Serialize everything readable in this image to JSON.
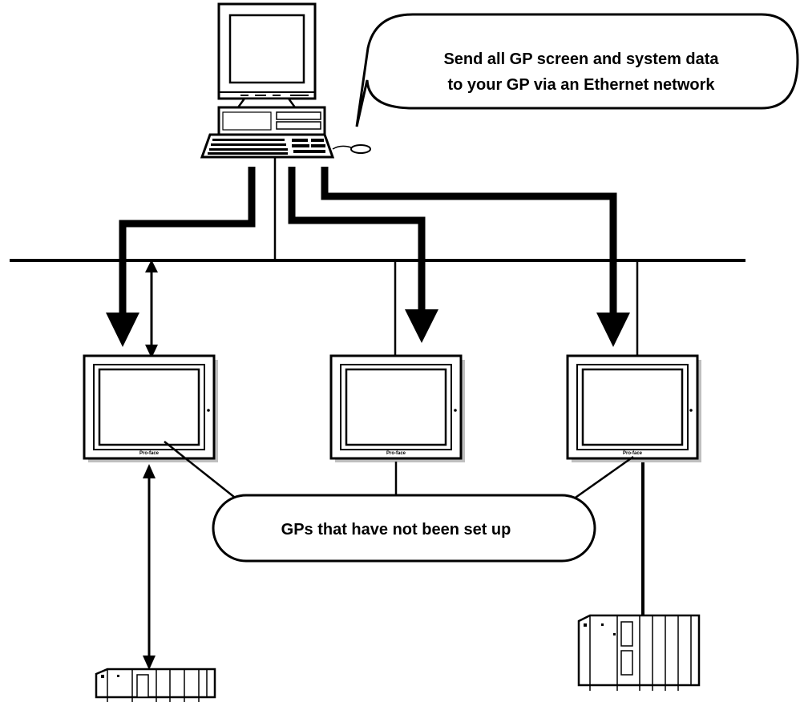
{
  "callouts": {
    "send_line1": "Send all GP screen and system  data",
    "send_line2": "to your GP via an Ethernet network",
    "not_setup": "GPs that have not been set up"
  },
  "gp_units": [
    {
      "logo": "Pro-face"
    },
    {
      "logo": "Pro-face"
    },
    {
      "logo": "Pro-face"
    }
  ],
  "colors": {
    "line": "#000000",
    "background": "#ffffff",
    "device_fill": "#ffffff",
    "device_shadow": "#bfbfbf"
  },
  "icons": {
    "computer": "desktop-computer-icon",
    "gp": "gp-touch-panel-icon",
    "plc": "plc-rack-icon"
  }
}
